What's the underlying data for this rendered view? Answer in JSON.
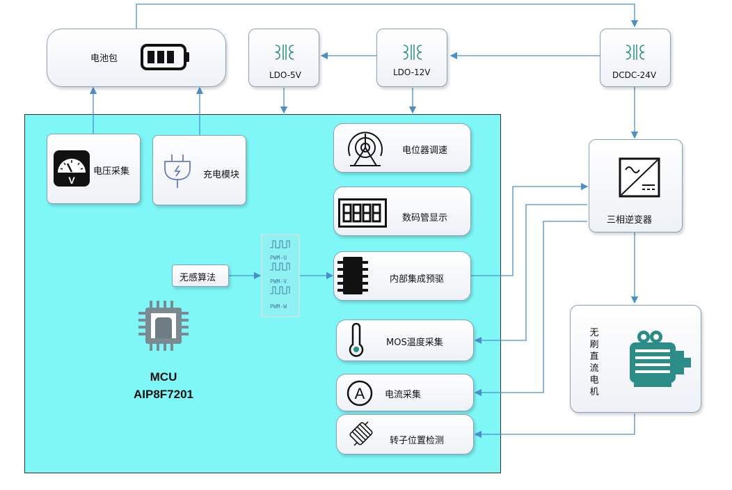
{
  "labels": {
    "battery": "电池包",
    "ldo5": "LDO-5V",
    "ldo12": "LDO-12V",
    "dcdc": "DCDC-24V",
    "voltage": "电压采集",
    "charger": "充电模块",
    "pot": "电位器调速",
    "display": "数码管显示",
    "predriver": "内部集成预驱",
    "inverter": "三相逆变器",
    "motor": "无刷直流电机",
    "sensorless": "无感算法",
    "mos_temp": "MOS温度采集",
    "current": "电流采集",
    "rotor": "转子位置检测",
    "pwm_u": "PWM-U",
    "pwm_v": "PWM-V",
    "pwm_w": "PWM-W",
    "mcu_name": "MCU",
    "mcu_part": "AIP8F7201"
  },
  "colors": {
    "mcu_area": "#7ff7f7",
    "line": "#4a90c8",
    "icon_teal": "#2c8c87"
  },
  "icons": [
    "battery-icon",
    "transformer-icon",
    "voltmeter-icon",
    "plug-icon",
    "potentiometer-icon",
    "seven-segment-icon",
    "chip-icon",
    "inverter-icon",
    "motor-icon",
    "thermometer-icon",
    "ammeter-icon",
    "rotor-coil-icon",
    "mcu-chip-icon",
    "pwm-waveform-icon"
  ]
}
